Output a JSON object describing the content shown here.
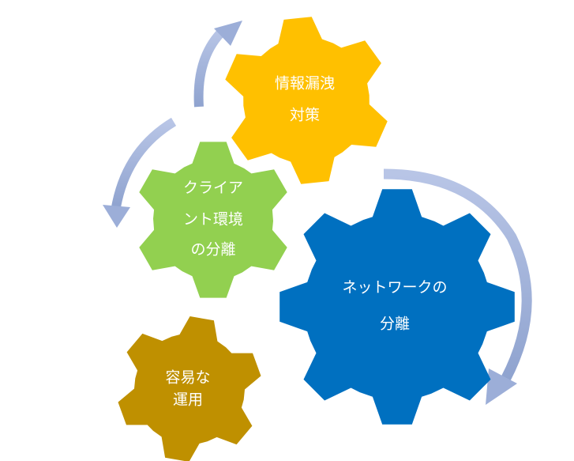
{
  "gears": [
    {
      "id": "info-leak",
      "lines": [
        "情報漏洩",
        "対策"
      ],
      "color": "#FFC000"
    },
    {
      "id": "client-env",
      "lines": [
        "クライア",
        "ント環境",
        "の分離"
      ],
      "color": "#92D050"
    },
    {
      "id": "network",
      "lines": [
        "ネットワークの",
        "分離"
      ],
      "color": "#0070C0"
    },
    {
      "id": "easy-ops",
      "lines": [
        "容易な",
        "運用"
      ],
      "color": "#BF9000"
    }
  ],
  "arrow_color": "#A9B8DC"
}
